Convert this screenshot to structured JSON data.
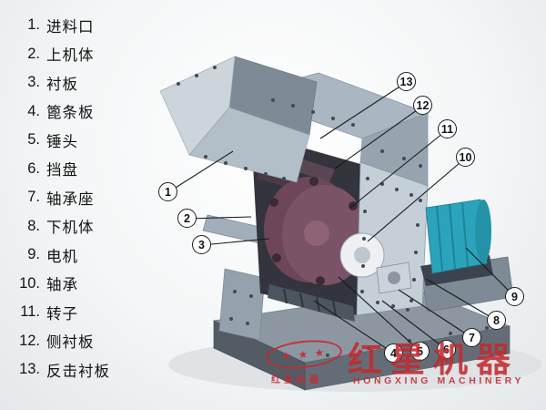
{
  "parts_list": {
    "items": [
      {
        "num": "1.",
        "label": "进料口"
      },
      {
        "num": "2.",
        "label": "上机体"
      },
      {
        "num": "3.",
        "label": "衬板"
      },
      {
        "num": "4.",
        "label": "篦条板"
      },
      {
        "num": "5.",
        "label": "锤头"
      },
      {
        "num": "6.",
        "label": "挡盘"
      },
      {
        "num": "7.",
        "label": "轴承座"
      },
      {
        "num": "8.",
        "label": "下机体"
      },
      {
        "num": "9.",
        "label": "电机"
      },
      {
        "num": "10.",
        "label": "轴承"
      },
      {
        "num": "11.",
        "label": "转子"
      },
      {
        "num": "12.",
        "label": "侧衬板"
      },
      {
        "num": "13.",
        "label": "反击衬板"
      }
    ]
  },
  "callouts": [
    {
      "num": "1"
    },
    {
      "num": "2"
    },
    {
      "num": "3"
    },
    {
      "num": "4"
    },
    {
      "num": "5"
    },
    {
      "num": "6"
    },
    {
      "num": "7"
    },
    {
      "num": "8"
    },
    {
      "num": "9"
    },
    {
      "num": "10"
    },
    {
      "num": "11"
    },
    {
      "num": "12"
    },
    {
      "num": "13"
    }
  ],
  "watermark": {
    "stars": "★ ★ ★",
    "brand": "红星机器",
    "brand_small": "红星机器",
    "brand_en": "HONGXING MACHINERY",
    "color": "#c22b30"
  },
  "diagram": {
    "subject": "hammer crusher cutaway diagram",
    "colors": {
      "panel_light": "#c5cfd7",
      "panel_mid": "#aab6c1",
      "panel_dark": "#8d97a2",
      "interior_dark": "#33343d",
      "rotor_maroon": "#6d4759",
      "motor_teal": "#2ba4bb",
      "base_gray": "#788390"
    }
  }
}
